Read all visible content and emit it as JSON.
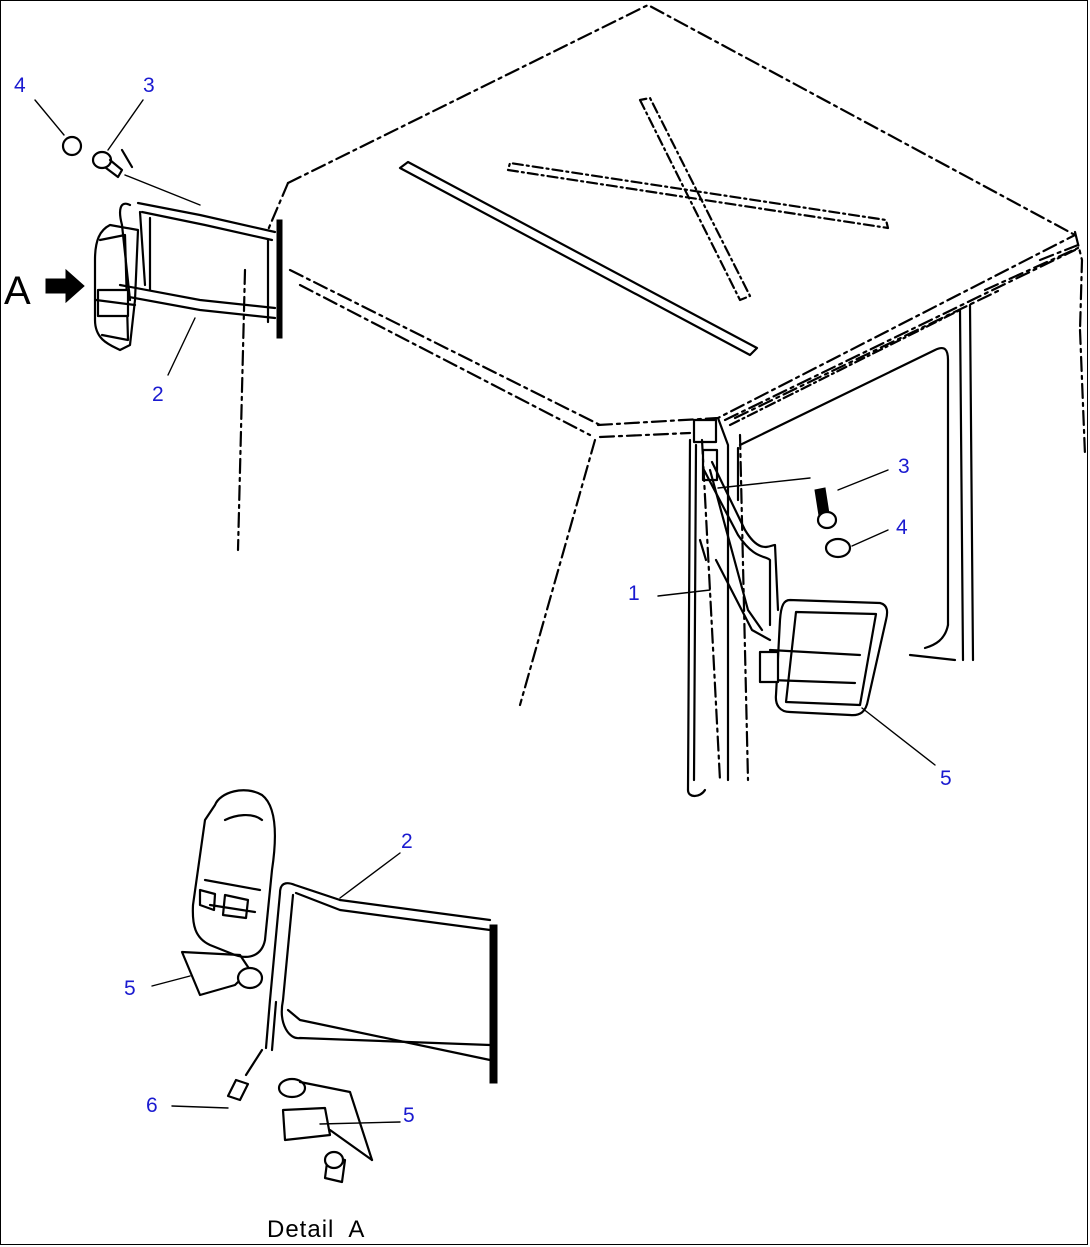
{
  "view_letter": "A",
  "caption": "Detail  A",
  "callouts": {
    "top_left_4": "4",
    "top_left_3": "3",
    "top_left_2": "2",
    "right_3": "3",
    "right_4": "4",
    "right_1": "1",
    "right_5": "5",
    "detail_2": "2",
    "detail_5_left": "5",
    "detail_6": "6",
    "detail_5_bottom": "5"
  },
  "colors": {
    "callout_text": "#1a1ad0",
    "lines": "#000000",
    "background": "#ffffff"
  }
}
